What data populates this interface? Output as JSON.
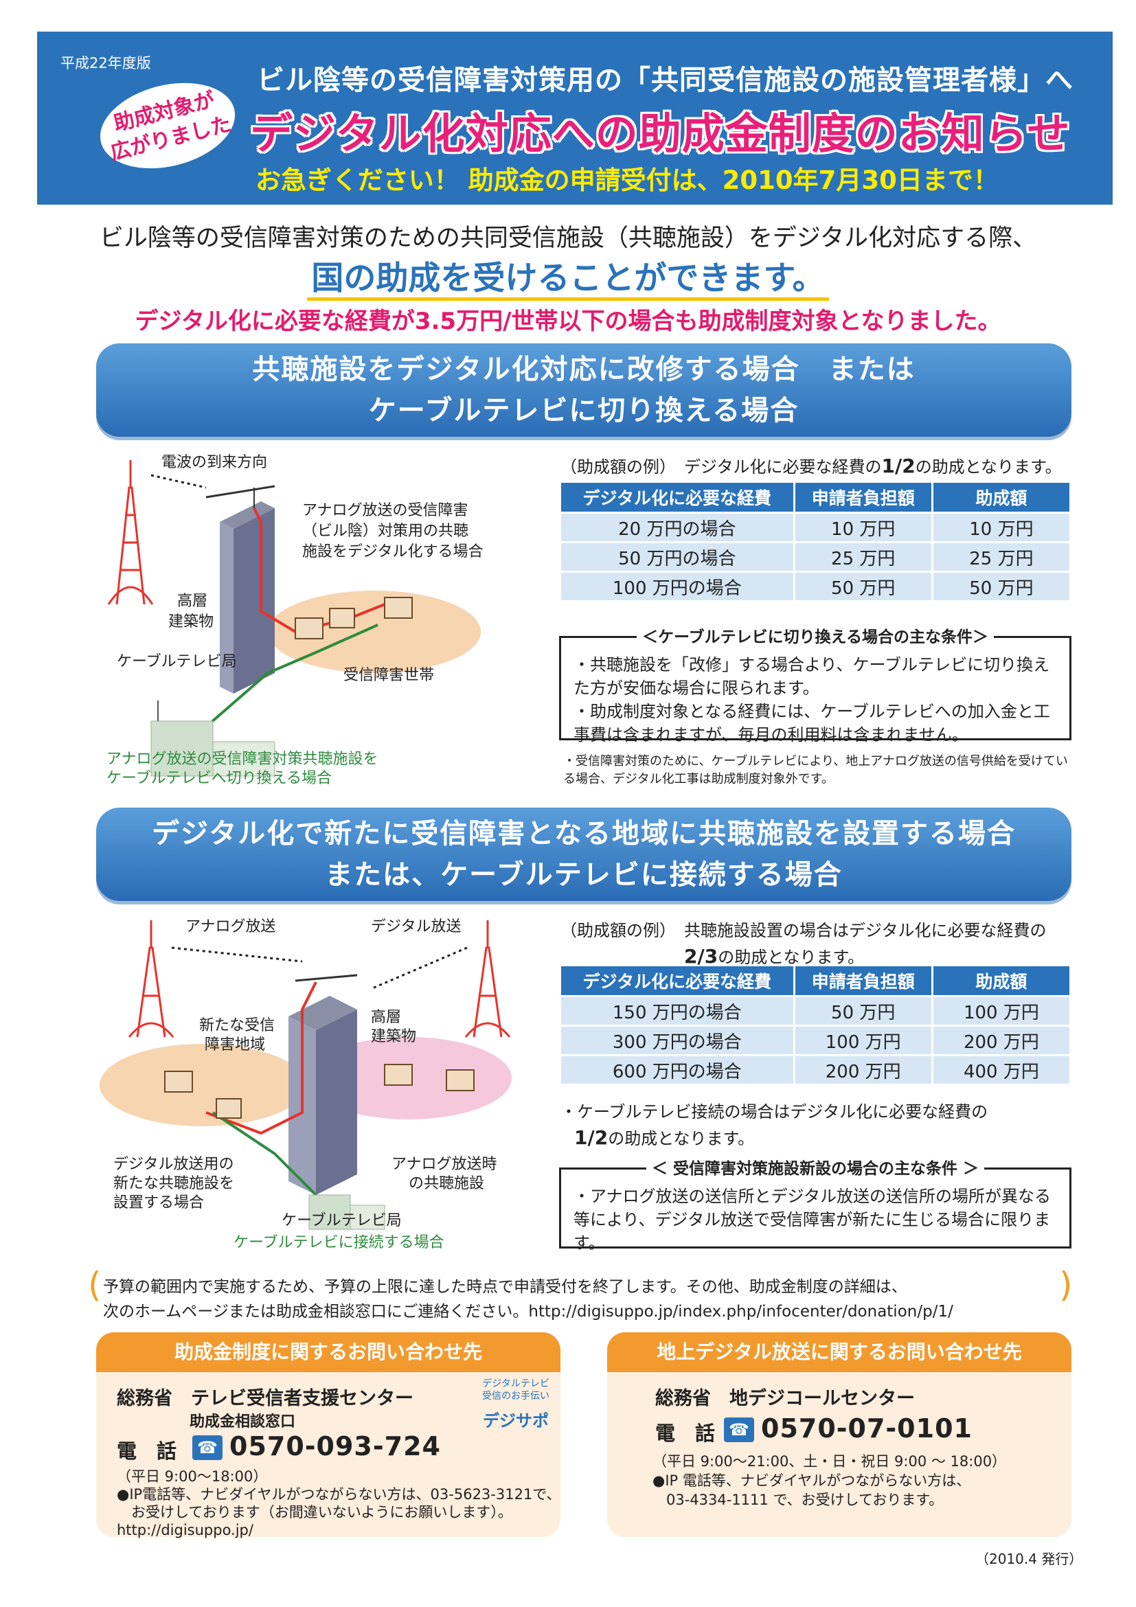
{
  "header": {
    "edition": "平成22年度版",
    "subtitle": "ビル陰等の受信障害対策用の「共同受信施設の施設管理者様」へ",
    "badge_line1": "助成対象が",
    "badge_line2": "広がりました",
    "title": "デジタル化対応への助成金制度のお知らせ",
    "deadline": "お急ぎください！ 助成金の申請受付は、2010年7月30日まで！"
  },
  "intro": {
    "line1": "ビル陰等の受信障害対策のための共同受信施設（共聴施設）をデジタル化対応する際、",
    "line2": "国の助成を受けることができます。",
    "line3": "デジタル化に必要な経費が3.5万円/世帯以下の場合も助成制度対象となりました。"
  },
  "section1": {
    "banner_line1": "共聴施設をデジタル化対応に改修する場合　または",
    "banner_line2": "ケーブルテレビに切り換える場合",
    "diagram": {
      "wave_label": "電波の到来方向",
      "desc_1": "アナログ放送の受信障害",
      "desc_2": "（ビル陰）対策用の共聴",
      "desc_3": "施設をデジタル化する場合",
      "building_1": "高層",
      "building_2": "建築物",
      "cable_station": "ケーブルテレビ局",
      "households": "受信障害世帯",
      "switch_1": "アナログ放送の受信障害対策共聴施設を",
      "switch_2": "ケーブルテレビへ切り換える場合"
    },
    "caption_prefix": "（助成額の例）　デジタル化に必要な経費の",
    "caption_fraction": "1/2",
    "caption_suffix": "の助成となります。",
    "table": {
      "headers": [
        "デジタル化に必要な経費",
        "申請者負担額",
        "助成額"
      ],
      "rows": [
        [
          "20 万円の場合",
          "10 万円",
          "10 万円"
        ],
        [
          "50 万円の場合",
          "25 万円",
          "25 万円"
        ],
        [
          "100 万円の場合",
          "50 万円",
          "50 万円"
        ]
      ]
    },
    "conditions": {
      "title": "＜ケーブルテレビに切り換える場合の主な条件＞",
      "item1": "・共聴施設を「改修」する場合より、ケーブルテレビに切り換えた方が安価な場合に限られます。",
      "item2": "・助成制度対象となる経費には、ケーブルテレビへの加入金と工事費は含まれますが、毎月の利用料は含まれません。"
    },
    "note": "・受信障害対策のために、ケーブルテレビにより、地上アナログ放送の信号供給を受けている場合、デジタル化工事は助成制度対象外です。"
  },
  "section2": {
    "banner_line1": "デジタル化で新たに受信障害となる地域に共聴施設を設置する場合",
    "banner_line2": "または、ケーブルテレビに接続する場合",
    "diagram": {
      "analog": "アナログ放送",
      "digital": "デジタル放送",
      "new_area_1": "新たな受信",
      "new_area_2": "障害地域",
      "building_1": "高層",
      "building_2": "建築物",
      "digital_facility_1": "デジタル放送用の",
      "digital_facility_2": "新たな共聴施設を",
      "digital_facility_3": "設置する場合",
      "analog_facility_1": "アナログ放送時",
      "analog_facility_2": "の共聴施設",
      "cable_station": "ケーブルテレビ局",
      "cable_connect": "ケーブルテレビに接続する場合"
    },
    "caption_line1": "（助成額の例）　共聴施設設置の場合はデジタル化に必要な経費の",
    "caption_fraction": "2/3",
    "caption_suffix": "の助成となります。",
    "table": {
      "headers": [
        "デジタル化に必要な経費",
        "申請者負担額",
        "助成額"
      ],
      "rows": [
        [
          "150 万円の場合",
          "50 万円",
          "100 万円"
        ],
        [
          "300 万円の場合",
          "100 万円",
          "200 万円"
        ],
        [
          "600 万円の場合",
          "200 万円",
          "400 万円"
        ]
      ]
    },
    "cable_note_prefix": "・ケーブルテレビ接続の場合はデジタル化に必要な経費の",
    "cable_note_fraction": "1/2",
    "cable_note_suffix": "の助成となります。",
    "conditions": {
      "title": "＜ 受信障害対策施設新設の場合の主な条件 ＞",
      "item1": "・アナログ放送の送信所とデジタル放送の送信所の場所が異なる等により、デジタル放送で受信障害が新たに生じる場合に限ります。"
    }
  },
  "budget": {
    "line1": "予算の範囲内で実施するため、予算の上限に達した時点で申請受付を終了します。その他、助成金制度の詳細は、",
    "line2": "次のホームページまたは助成金相談窓口にご連絡ください。http://digisuppo.jp/index.php/infocenter/donation/p/1/"
  },
  "contact_left": {
    "header": "助成金制度に関するお問い合わせ先",
    "org": "総務省　テレビ受信者支援センター",
    "dept": "助成金相談窓口",
    "phone_label": "電　話",
    "phone": "0570-093-724",
    "hours": "（平日 9:00～18:00）",
    "ip_1": "●IP電話等、ナビダイヤルがつながらない方は、03-5623-3121で、",
    "ip_2": "　お受けしております（お間違いないようにお願いします）。",
    "url": "http://digisuppo.jp/",
    "logo_line1": "デジタルテレビ",
    "logo_line2": "受信のお手伝い",
    "logo_text": "デジサポ"
  },
  "contact_right": {
    "header": "地上デジタル放送に関するお問い合わせ先",
    "org": "総務省　地デジコールセンター",
    "phone_label": "電　話",
    "phone": "0570-07-0101",
    "hours": "（平日 9:00～21:00、土・日・祝日 9:00 ～ 18:00）",
    "ip_1": "●IP 電話等、ナビダイヤルがつながらない方は、",
    "ip_2": "03-4334-1111 で、お受けしております。"
  },
  "footer": {
    "issued": "（2010.4 発行）"
  },
  "colors": {
    "header_blue": "#2a73ba",
    "title_pink": "#e9207a",
    "deadline_yellow": "#ffec00",
    "accent_red": "#e31b6d",
    "contact_orange": "#f39a2e",
    "table_cell": "#d6e6f5"
  }
}
